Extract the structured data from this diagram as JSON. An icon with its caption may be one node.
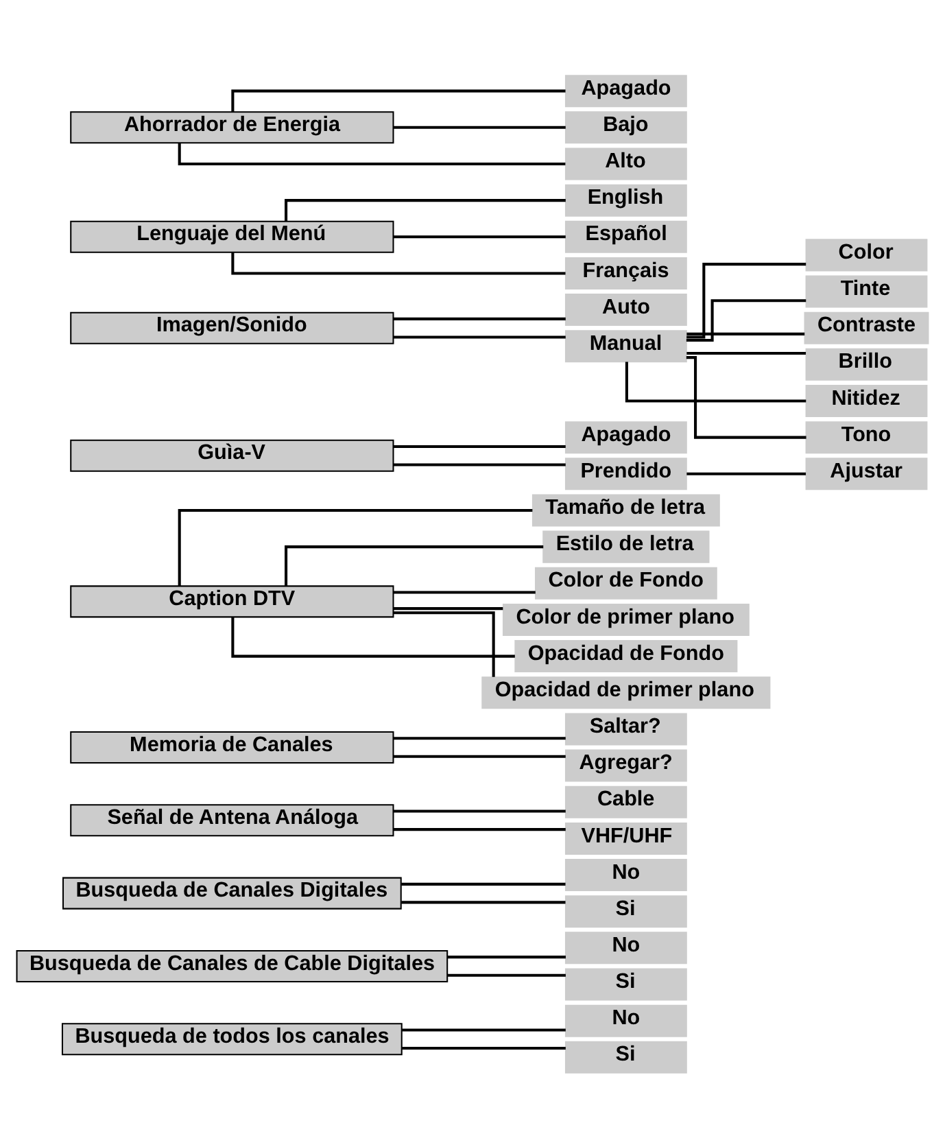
{
  "diagram": {
    "nodes": [
      {
        "text": [
          "Busqueda de todos los canales"
        ]
      },
      {
        "text": [
          "No"
        ]
      },
      {
        "text": [
          "Si"
        ]
      },
      {
        "text": [
          "Busqueda de Canales de Cable Digitales"
        ]
      },
      {
        "text": [
          "No"
        ]
      },
      {
        "text": [
          "Si"
        ]
      },
      {
        "text": [
          "Busqueda de Canales Digitales"
        ]
      },
      {
        "text": [
          "No"
        ]
      },
      {
        "text": [
          "Si"
        ]
      },
      {
        "text": [
          "Señal de Antena Análoga"
        ]
      },
      {
        "text": [
          "Cable"
        ]
      },
      {
        "text": [
          "VHF/UHF"
        ]
      },
      {
        "text": [
          "Memoria de Canales"
        ]
      },
      {
        "text": [
          "Saltar?"
        ]
      },
      {
        "text": [
          "Agregar?"
        ]
      },
      {
        "text": [
          "Caption DTV"
        ]
      },
      {
        "text": [
          "Tamaño de letra"
        ]
      },
      {
        "text": [
          "Estilo de letra"
        ]
      },
      {
        "text": [
          "Color de Fondo"
        ]
      },
      {
        "text": [
          "Color de primer plano"
        ]
      },
      {
        "text": [
          "Opacidad de Fondo"
        ]
      },
      {
        "text": [
          "Opacidad de primer plano"
        ]
      },
      {
        "text": [
          "Guìa-V"
        ]
      },
      {
        "text": [
          "Apagado"
        ]
      },
      {
        "text": [
          "Prendido"
        ]
      },
      {
        "text": [
          "Ajustar"
        ]
      },
      {
        "text": [
          "Imagen/Sonido"
        ]
      },
      {
        "text": [
          "Auto"
        ]
      },
      {
        "text": [
          "Manual"
        ]
      },
      {
        "text": [
          "Color"
        ]
      },
      {
        "text": [
          "Tinte"
        ]
      },
      {
        "text": [
          "Contraste"
        ]
      },
      {
        "text": [
          "Brillo"
        ]
      },
      {
        "text": [
          "Nitidez"
        ]
      },
      {
        "text": [
          "Tono"
        ]
      },
      {
        "text": [
          "Lenguaje del Menú"
        ]
      },
      {
        "text": [
          "English"
        ]
      },
      {
        "text": [
          "Español"
        ]
      },
      {
        "text": [
          "Français"
        ]
      },
      {
        "text": [
          "Ahorrador de Energia"
        ]
      },
      {
        "text": [
          "Apagado"
        ]
      },
      {
        "text": [
          "Bajo"
        ]
      },
      {
        "text": [
          "Alto"
        ]
      }
    ],
    "edges": [
      {
        "from": 0,
        "to": 1,
        "arrow": "none"
      },
      {
        "from": 0,
        "to": 2,
        "arrow": "none"
      },
      {
        "from": 3,
        "to": 4,
        "arrow": "none"
      },
      {
        "from": 3,
        "to": 5,
        "arrow": "none"
      },
      {
        "from": 6,
        "to": 7,
        "arrow": "none"
      },
      {
        "from": 6,
        "to": 8,
        "arrow": "none"
      },
      {
        "from": 9,
        "to": 10,
        "arrow": "none"
      },
      {
        "from": 9,
        "to": 11,
        "arrow": "none"
      },
      {
        "from": 12,
        "to": 13,
        "arrow": "none"
      },
      {
        "from": 12,
        "to": 14,
        "arrow": "none"
      },
      {
        "from": 15,
        "to": 16,
        "arrow": "none"
      },
      {
        "from": 15,
        "to": 17,
        "arrow": "none"
      },
      {
        "from": 15,
        "to": 18,
        "arrow": "none"
      },
      {
        "from": 15,
        "to": 19,
        "arrow": "none"
      },
      {
        "from": 15,
        "to": 20,
        "arrow": "none"
      },
      {
        "from": 15,
        "to": 21,
        "arrow": "none"
      },
      {
        "from": 22,
        "to": 23,
        "arrow": "none"
      },
      {
        "from": 22,
        "to": 24,
        "arrow": "none"
      },
      {
        "from": 24,
        "to": 25,
        "arrow": "none"
      },
      {
        "from": 26,
        "to": 27,
        "arrow": "none"
      },
      {
        "from": 26,
        "to": 28,
        "arrow": "none"
      },
      {
        "from": 28,
        "to": 29,
        "arrow": "none"
      },
      {
        "from": 28,
        "to": 30,
        "arrow": "none"
      },
      {
        "from": 28,
        "to": 31,
        "arrow": "none"
      },
      {
        "from": 28,
        "to": 32,
        "arrow": "none"
      },
      {
        "from": 28,
        "to": 33,
        "arrow": "none"
      },
      {
        "from": 28,
        "to": 34,
        "arrow": "none"
      },
      {
        "from": 35,
        "to": 36,
        "arrow": "none"
      },
      {
        "from": 35,
        "to": 37,
        "arrow": "none"
      },
      {
        "from": 35,
        "to": 38,
        "arrow": "none"
      },
      {
        "from": 39,
        "to": 40,
        "arrow": "none"
      },
      {
        "from": 39,
        "to": 41,
        "arrow": "none"
      },
      {
        "from": 39,
        "to": 42,
        "arrow": "none"
      }
    ]
  }
}
